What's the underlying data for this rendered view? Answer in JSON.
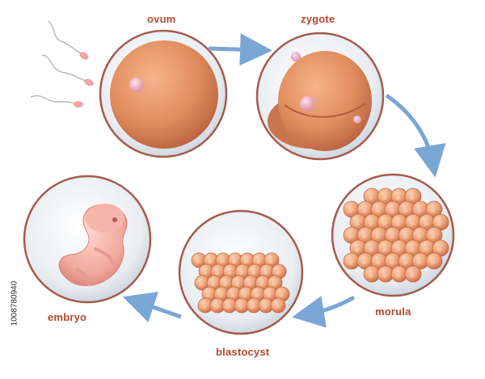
{
  "stages": [
    {
      "id": "ovum",
      "label": "ovum"
    },
    {
      "id": "zygote",
      "label": "zygote"
    },
    {
      "id": "morula",
      "label": "morula"
    },
    {
      "id": "blastocyst",
      "label": "blastocyst"
    },
    {
      "id": "embryo",
      "label": "embryo"
    }
  ],
  "image_id_text": "1008780940",
  "colors": {
    "label": "#b5482d",
    "arrow": "#7aa6d6",
    "zona_rim": "#a55a4c",
    "cell": "#e59a6e",
    "cell_dark": "#c96b45"
  }
}
